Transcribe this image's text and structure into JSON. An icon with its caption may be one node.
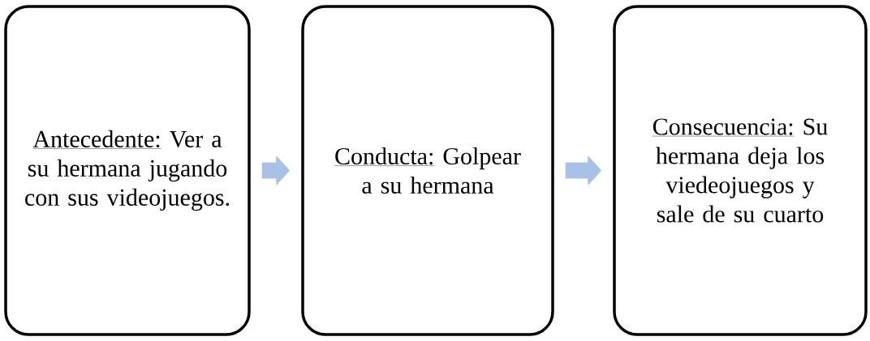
{
  "diagram": {
    "nodes": [
      {
        "text": [
          "Antecedente:",
          "Ver a su hermana jugando con sus videojuegos."
        ]
      },
      {
        "text": [
          "Conducta:",
          "Golpear a su hermana"
        ]
      },
      {
        "text": [
          "Consecuencia:",
          "Su hermana deja los viedeojuegos y sale de su cuarto"
        ]
      }
    ],
    "edges": [
      {
        "from": 0,
        "to": 1,
        "arrow": "to"
      },
      {
        "from": 1,
        "to": 2,
        "arrow": "to"
      }
    ]
  }
}
